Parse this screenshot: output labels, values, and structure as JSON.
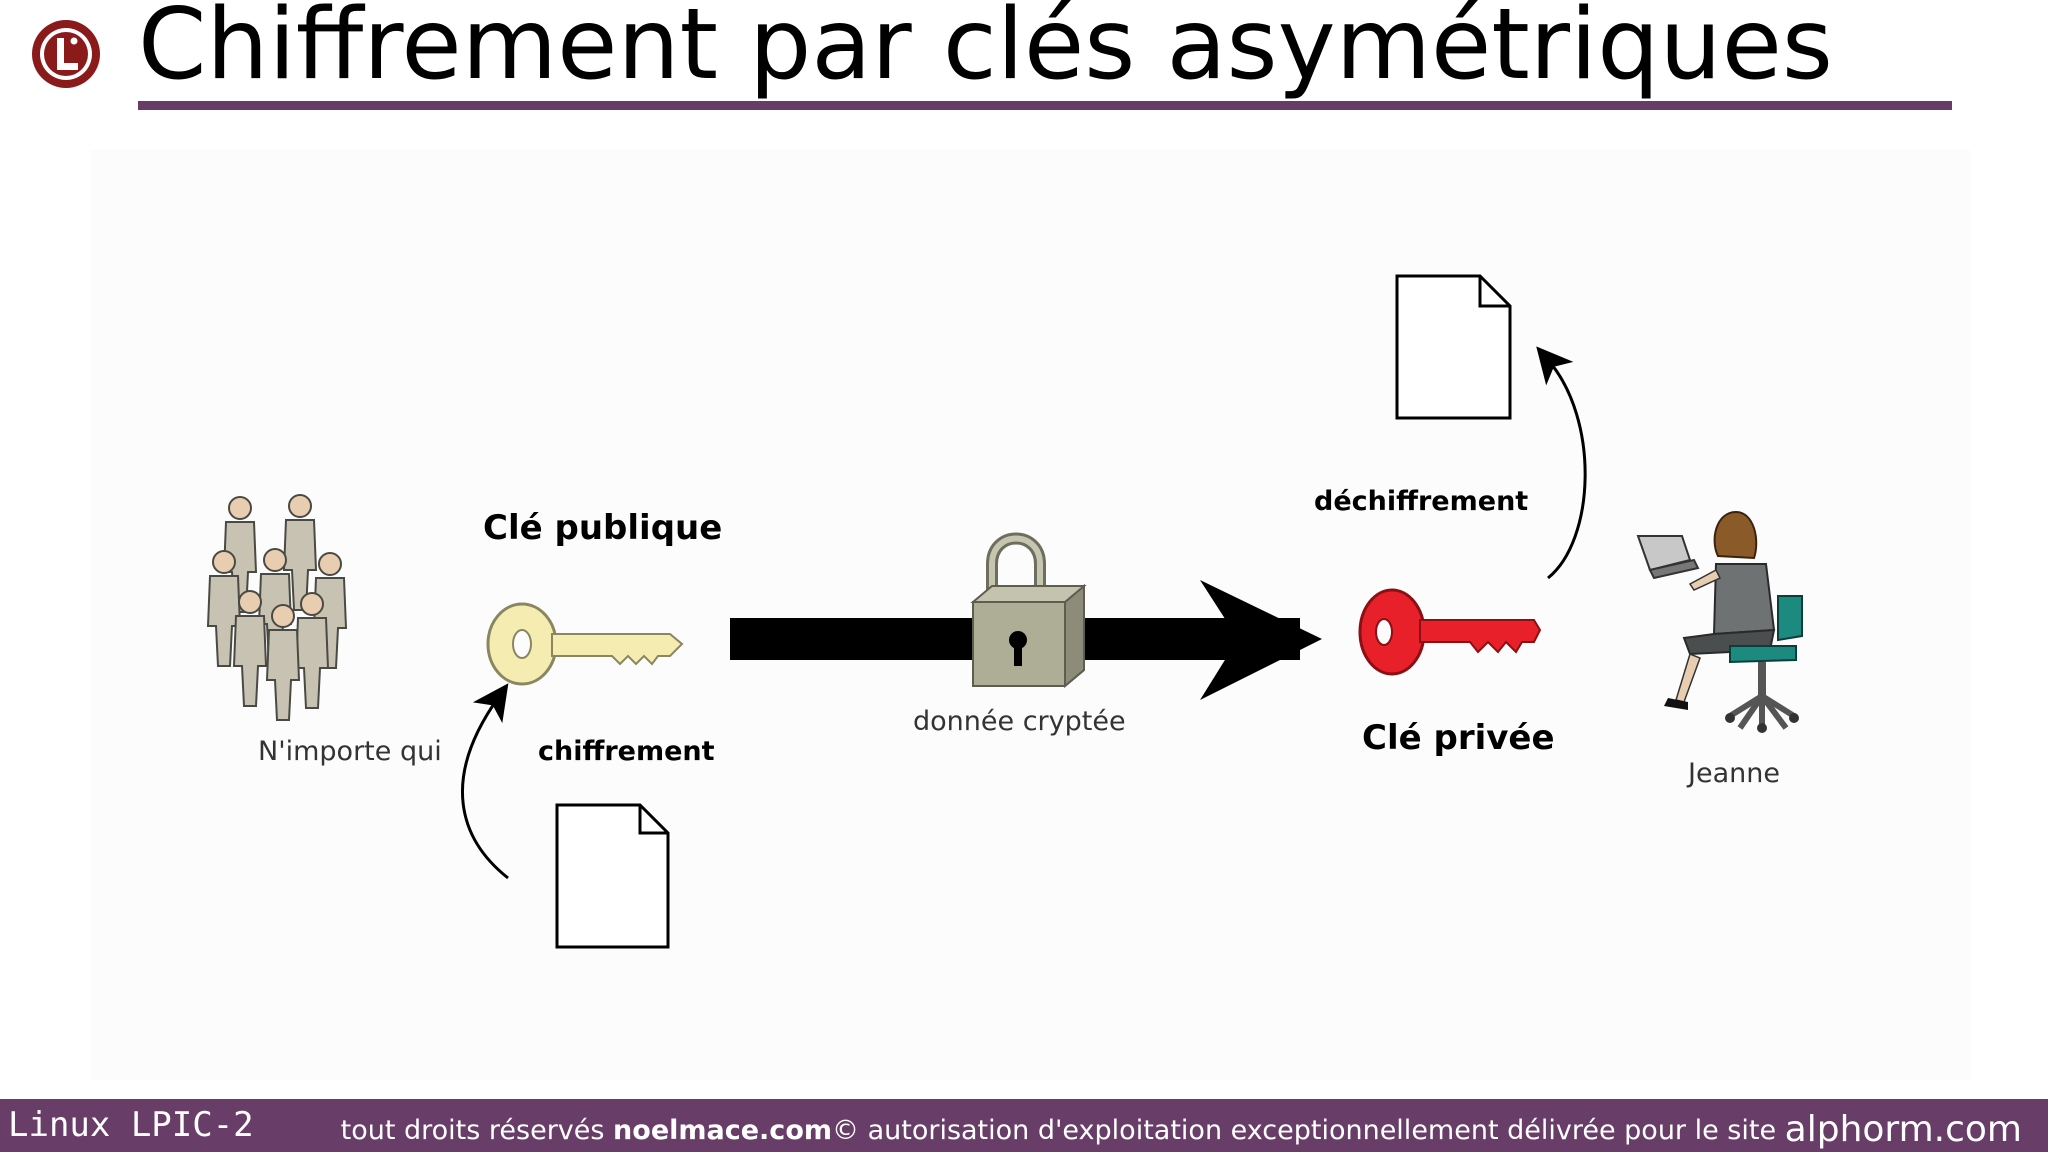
{
  "slide": {
    "title": "Chiffrement par clés asymétriques",
    "logo_icon": "lpi-logo-icon"
  },
  "diagram": {
    "sender_label": "N'importe qui",
    "public_key_label": "Clé publique",
    "encrypt_label": "chiffrement",
    "encrypted_data_label": "donnée cryptée",
    "decrypt_label": "déchiffrement",
    "private_key_label": "Clé privée",
    "recipient_label": "Jeanne",
    "icons": [
      "crowd-icon",
      "public-key-icon",
      "document-icon",
      "padlock-icon",
      "arrow-icon",
      "private-key-icon",
      "person-laptop-icon"
    ],
    "colors": {
      "public_key": "#f4ecb0",
      "private_key": "#e8202a",
      "padlock": "#aeae96",
      "chair": "#1d8a80",
      "hair": "#8a5a28"
    }
  },
  "footer": {
    "course": "Linux LPIC-2",
    "rights_prefix": "tout droits réservés ",
    "rights_brand": "noelmace.com",
    "rights_suffix": "© autorisation d'exploitation exceptionnellement délivrée pour le site ",
    "site": "alphorm.com",
    "bar_color": "#683d68",
    "title_rule_color": "#673c68",
    "logo_color": "#8b1a1a"
  }
}
